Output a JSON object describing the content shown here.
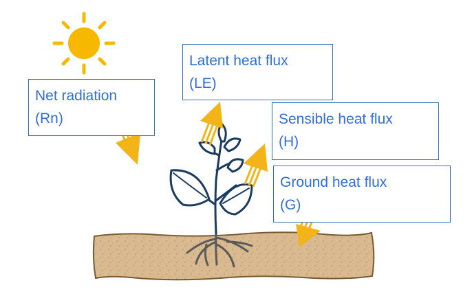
{
  "labels": {
    "net_radiation": {
      "name": "Net radiation",
      "symbol": "(Rn)"
    },
    "latent_heat": {
      "name": "Latent heat flux",
      "symbol": "(LE)"
    },
    "sensible_heat": {
      "name": "Sensible heat flux",
      "symbol": "(H)"
    },
    "ground_heat": {
      "name": "Ground heat flux",
      "symbol": "(G)"
    }
  },
  "colors": {
    "label_text": "#2f6fd6",
    "box_border": "#2e75b6",
    "arrow": "#f2b418",
    "sun": "#f9b800",
    "plant_outline": "#1b3c5e",
    "plant_fill": "#ffffff",
    "soil": "#d7b68c",
    "roots": "#5a5a5a"
  },
  "icons": [
    "sun-icon",
    "plant-icon",
    "soil-block",
    "root-system"
  ]
}
